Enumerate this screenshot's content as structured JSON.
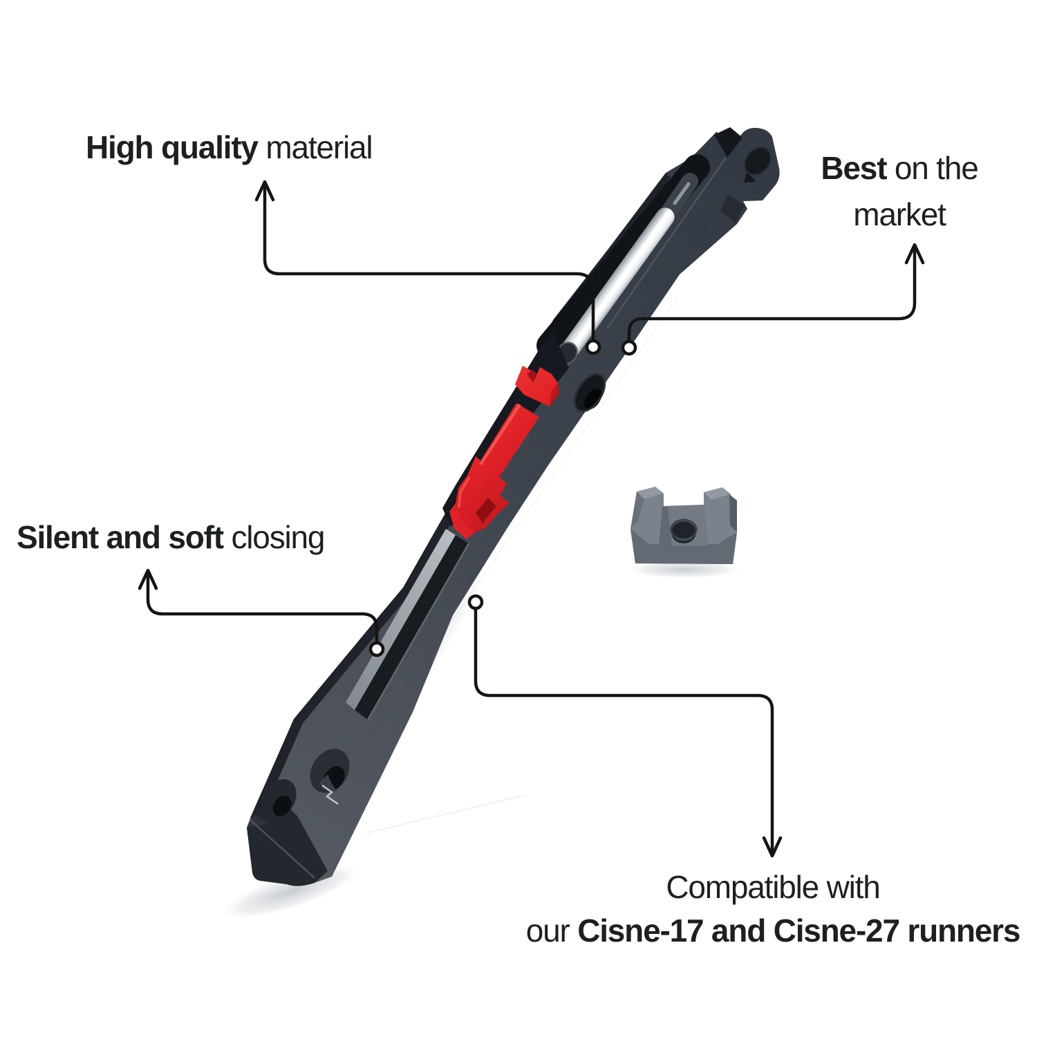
{
  "labels": {
    "high_quality": {
      "bold": "High quality",
      "rest": " material"
    },
    "best": {
      "bold": "Best",
      "rest": " on the",
      "line2": "market"
    },
    "silent": {
      "bold": "Silent and soft",
      "rest": " closing"
    },
    "compatible": {
      "line1": "Compatible with",
      "pre": "our ",
      "bold": "Cisne-17 and Cisne-27 runners"
    }
  },
  "colors": {
    "accent_red": "#e02127",
    "rail_dark": "#3e444d",
    "rail_shadow": "#1d2127",
    "piston_silver": "#e9edf0",
    "clip_gray": "#7b828b",
    "callout_line": "#141414",
    "text": "#1d1f22",
    "background": "#ffffff"
  }
}
